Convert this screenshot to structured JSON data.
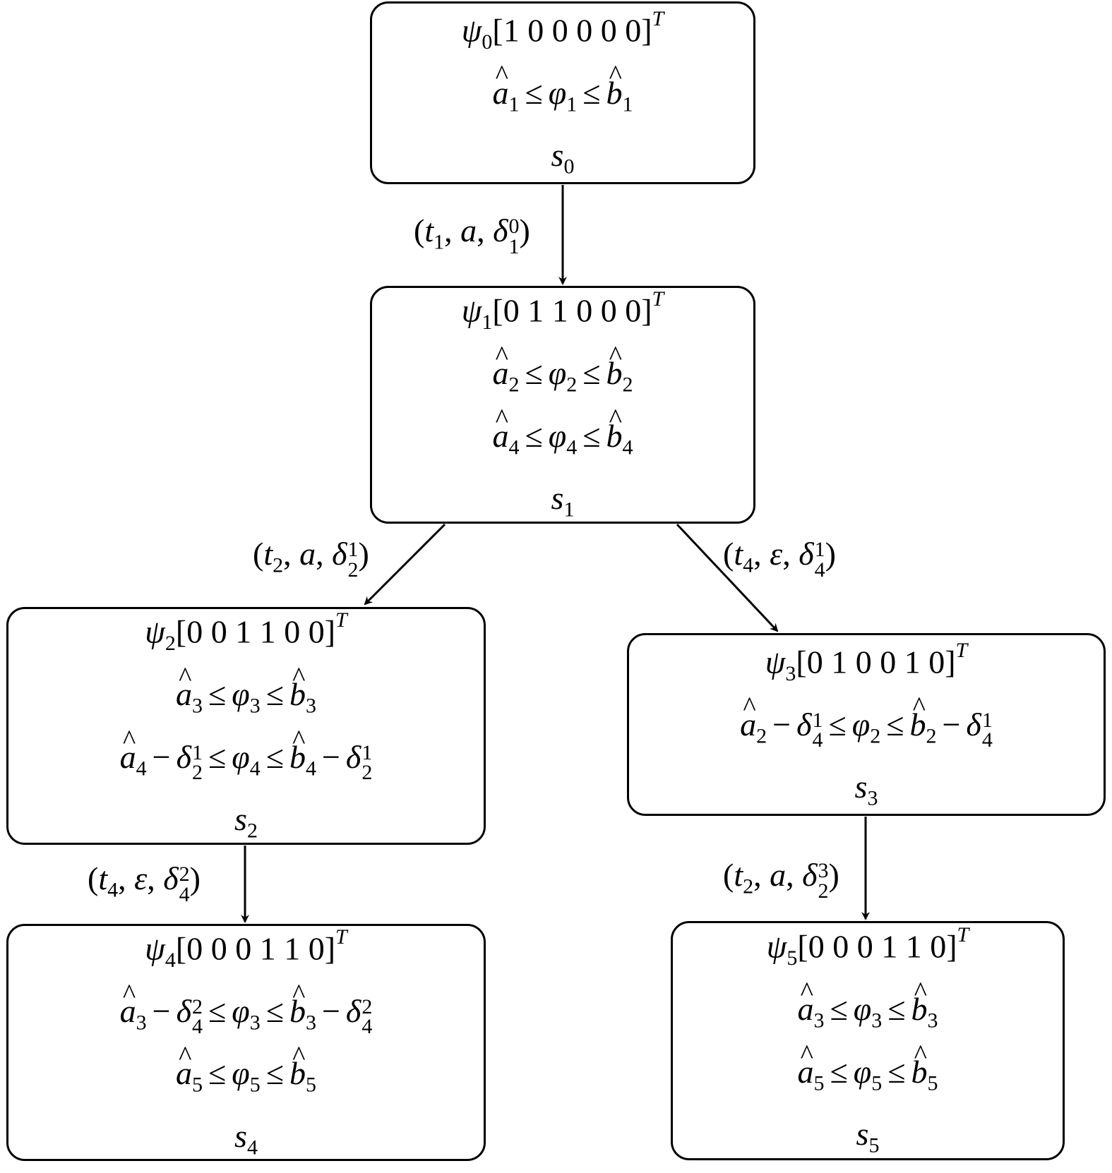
{
  "nodes": [
    {
      "id": "s0",
      "vector": "[1 0 0 0 0 0]",
      "constraints": [
        "â₁ ≤ φ₁ ≤ b̂₁"
      ],
      "state": "s0"
    },
    {
      "id": "s1",
      "vector": "[0 1 1 0 0 0]",
      "constraints": [
        "â₂ ≤ φ₂ ≤ b̂₂",
        "â₄ ≤ φ₄ ≤ b̂₄"
      ],
      "state": "s1"
    },
    {
      "id": "s2",
      "vector": "[0 0 1 1 0 0]",
      "constraints": [
        "â₃ ≤ φ₃ ≤ b̂₃",
        "â₄ − δ¹₂ ≤ φ₄ ≤ b̂₄ − δ¹₂"
      ],
      "state": "s2"
    },
    {
      "id": "s3",
      "vector": "[0 1 0 0 1 0]",
      "constraints": [
        "â₂ − δ¹₄ ≤ φ₂ ≤ b̂₂ − δ¹₄"
      ],
      "state": "s3"
    },
    {
      "id": "s4",
      "vector": "[0 0 0 1 1 0]",
      "constraints": [
        "â₃ − δ²₄ ≤ φ₃ ≤ b̂₃ − δ²₄",
        "â₅ ≤ φ₅ ≤ b̂₅"
      ],
      "state": "s4"
    },
    {
      "id": "s5",
      "vector": "[0 0 0 1 1 0]",
      "constraints": [
        "â₃ ≤ φ₃ ≤ b̂₃",
        "â₅ ≤ φ₅ ≤ b̂₅"
      ],
      "state": "s5"
    }
  ],
  "edges": [
    {
      "from": "s0",
      "to": "s1",
      "label": "(t₁, a, δ⁰₁)"
    },
    {
      "from": "s1",
      "to": "s2",
      "label": "(t₂, a, δ¹₂)"
    },
    {
      "from": "s1",
      "to": "s3",
      "label": "(t₄, ε, δ¹₄)"
    },
    {
      "from": "s2",
      "to": "s4",
      "label": "(t₄, ε, δ²₄)"
    },
    {
      "from": "s3",
      "to": "s5",
      "label": "(t₂, a, δ³₂)"
    }
  ]
}
